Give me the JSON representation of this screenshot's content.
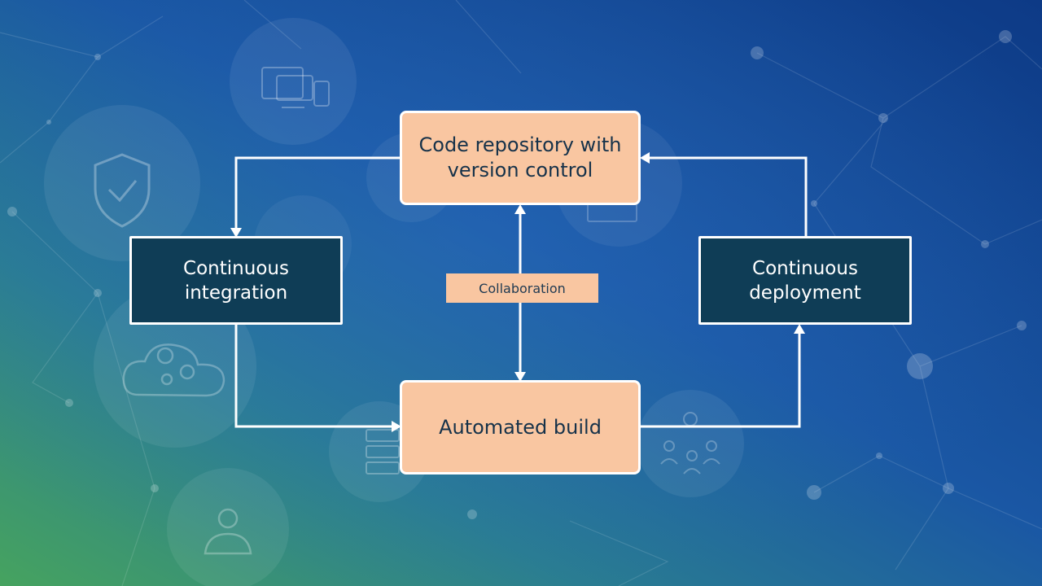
{
  "diagram": {
    "nodes": {
      "code_repository": {
        "label": "Code repository with\nversion control"
      },
      "continuous_integration": {
        "label": "Continuous\nintegration"
      },
      "continuous_deployment": {
        "label": "Continuous\ndeployment"
      },
      "automated_build": {
        "label": "Automated build"
      }
    },
    "edge_labels": {
      "collaboration": "Collaboration"
    },
    "edges": [
      {
        "from": "code_repository",
        "to": "continuous_integration"
      },
      {
        "from": "continuous_integration",
        "to": "automated_build"
      },
      {
        "from": "automated_build",
        "to": "continuous_deployment"
      },
      {
        "from": "continuous_deployment",
        "to": "code_repository"
      },
      {
        "from": "code_repository",
        "to": "automated_build",
        "bidirectional": true,
        "label": "collaboration"
      }
    ]
  },
  "colors": {
    "node_light": "#f9c6a1",
    "node_dark": "#0f3d56",
    "connector": "#ffffff",
    "background_start": "#46a35f",
    "background_end": "#0e3f8c"
  },
  "background_icons": [
    "devices-icon",
    "shield-check-icon",
    "cloud-gears-icon",
    "server-rack-icon",
    "user-gear-icon",
    "team-icon",
    "monitor-icon"
  ]
}
